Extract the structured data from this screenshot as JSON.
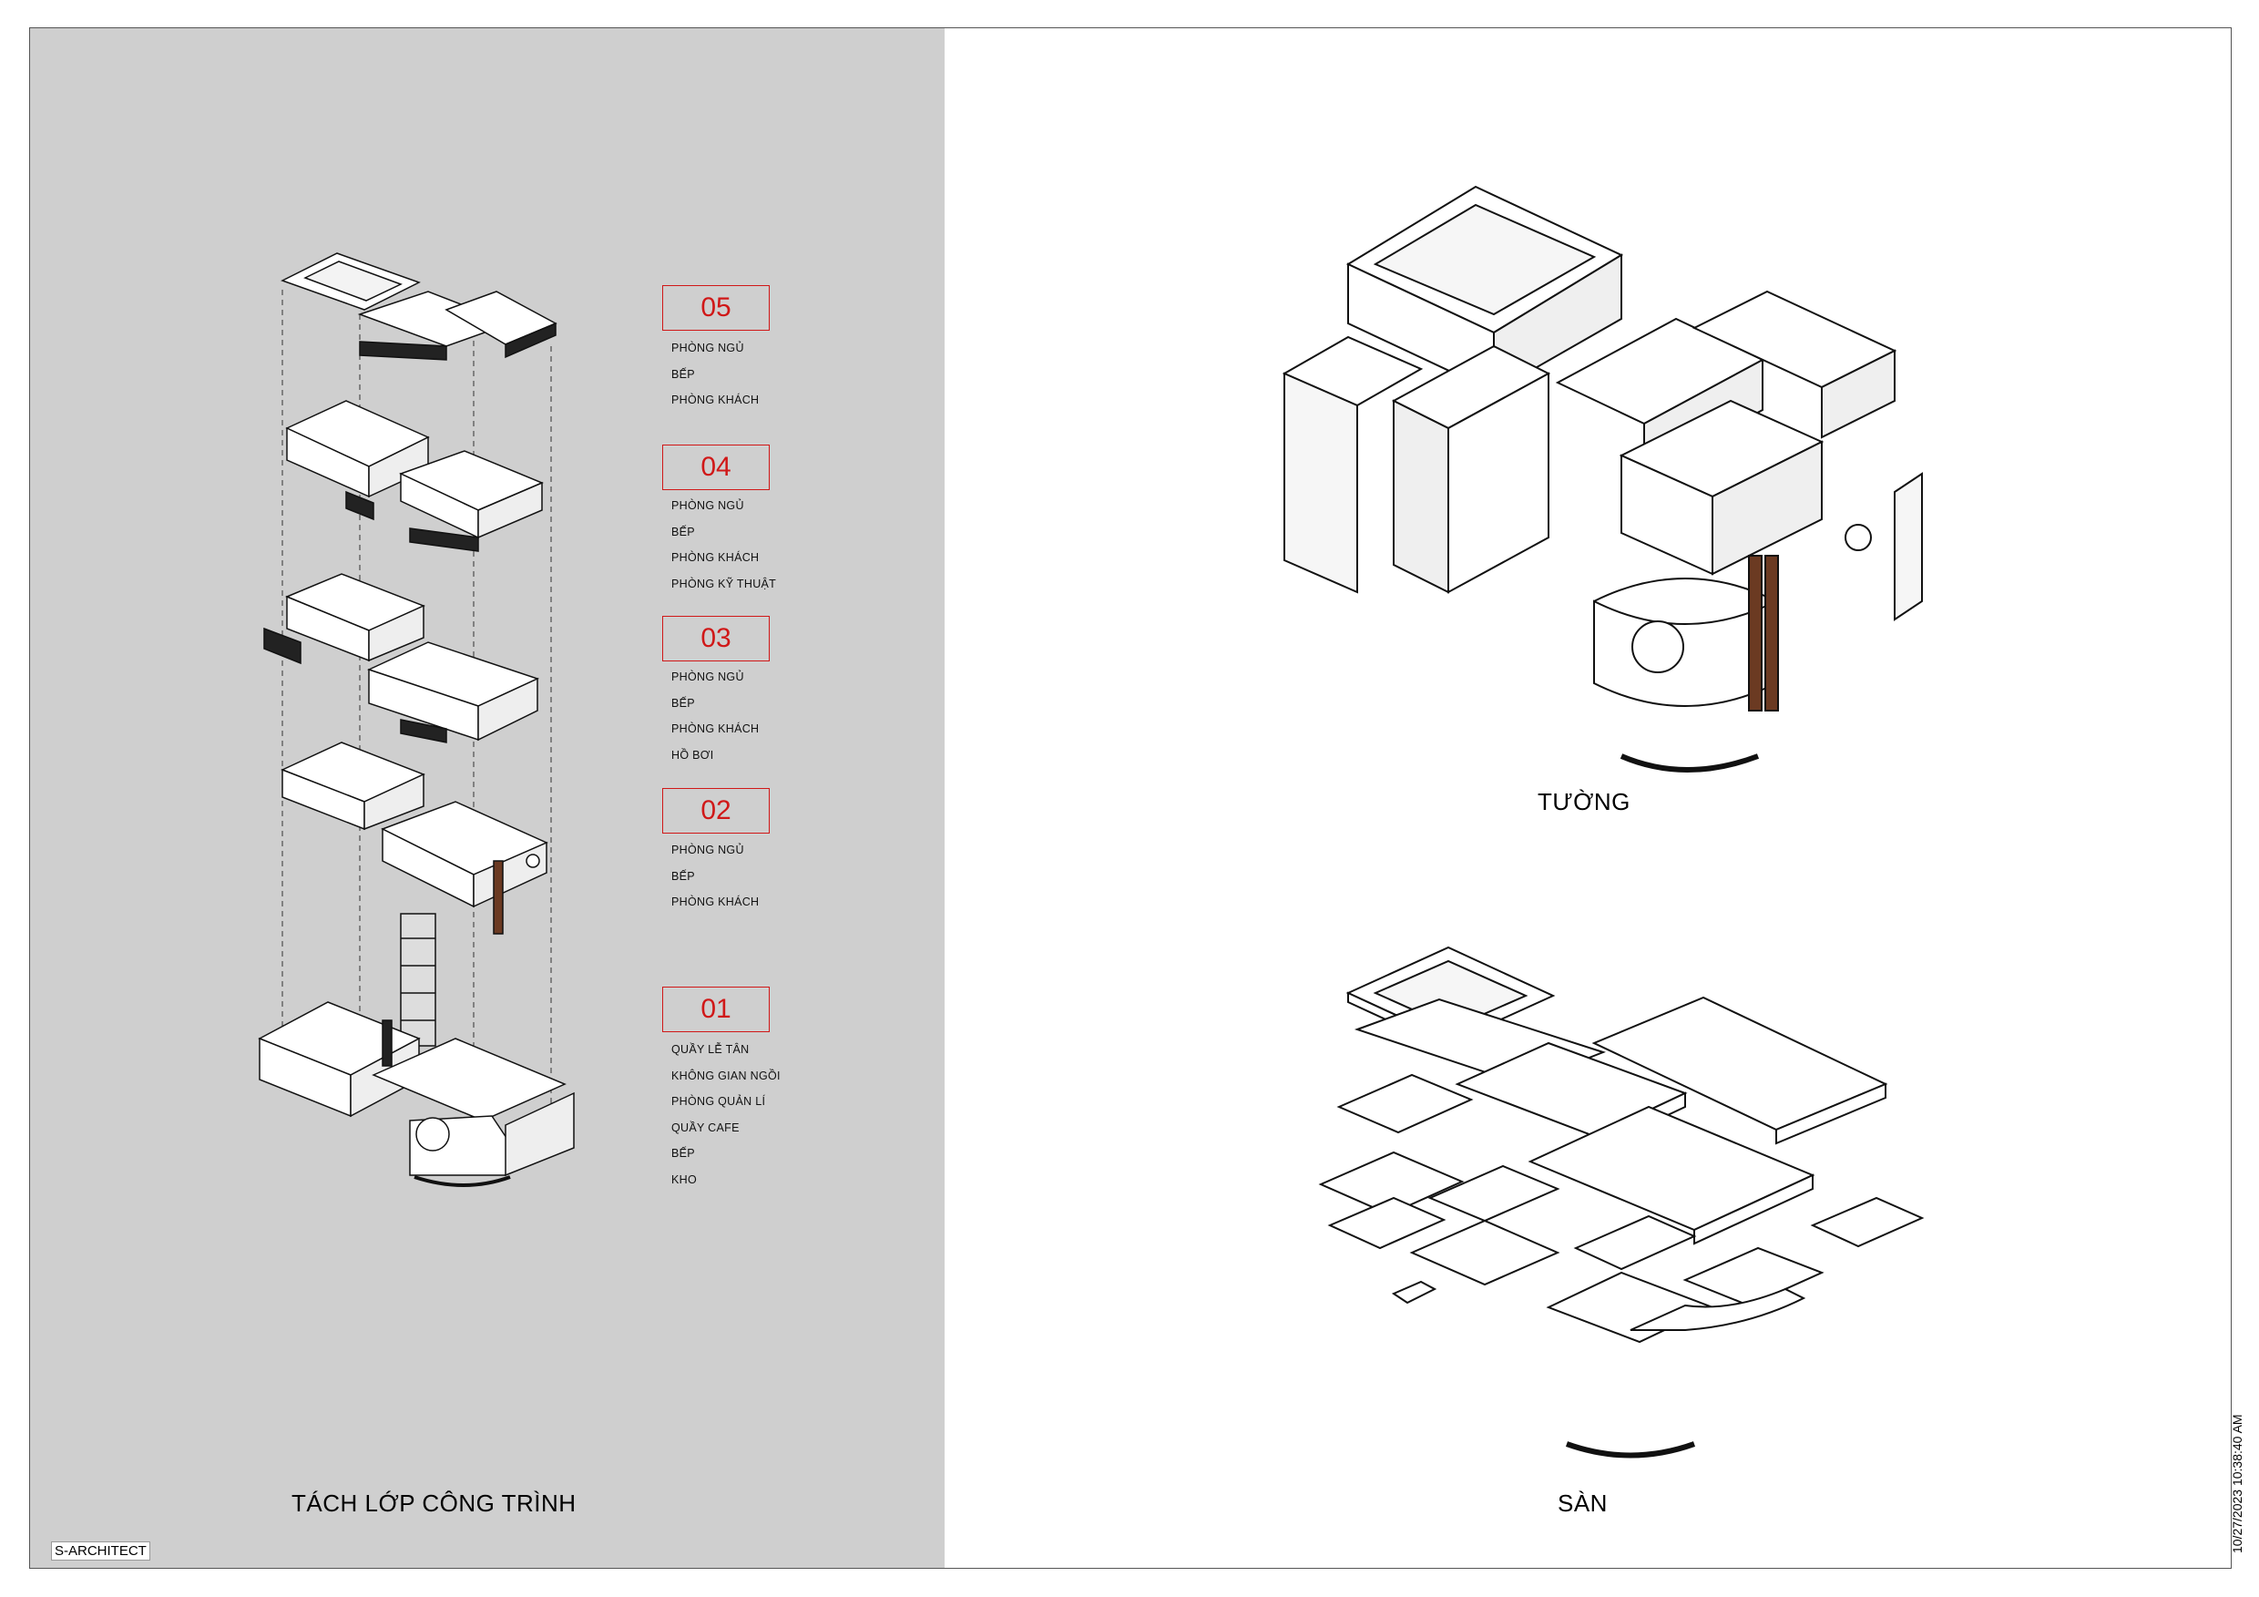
{
  "brand": "S-ARCHITECT",
  "timestamp": "10/27/2023 10:38:40 AM",
  "captions": {
    "layers": "TÁCH LỚP CÔNG TRÌNH",
    "walls": "TƯỜNG",
    "floors": "SÀN"
  },
  "levels": [
    {
      "number": "05",
      "rooms": [
        "PHÒNG NGỦ",
        "BẾP",
        "PHÒNG KHÁCH"
      ]
    },
    {
      "number": "04",
      "rooms": [
        "PHÒNG NGỦ",
        "BẾP",
        "PHÒNG KHÁCH",
        "PHÒNG KỸ THUẬT"
      ]
    },
    {
      "number": "03",
      "rooms": [
        "PHÒNG NGỦ",
        "BẾP",
        "PHÒNG KHÁCH",
        "HỒ BƠI"
      ]
    },
    {
      "number": "02",
      "rooms": [
        "PHÒNG NGỦ",
        "BẾP",
        "PHÒNG KHÁCH"
      ]
    },
    {
      "number": "01",
      "rooms": [
        "QUẦY LỄ TÂN",
        "KHÔNG GIAN NGỒI",
        "PHÒNG QUẢN LÍ",
        "QUẦY CAFE",
        "BẾP",
        "KHO"
      ]
    }
  ],
  "colors": {
    "accent": "#d01818",
    "panel": "#cfcfcf",
    "line": "#111111",
    "stair": "#6b3a22"
  }
}
